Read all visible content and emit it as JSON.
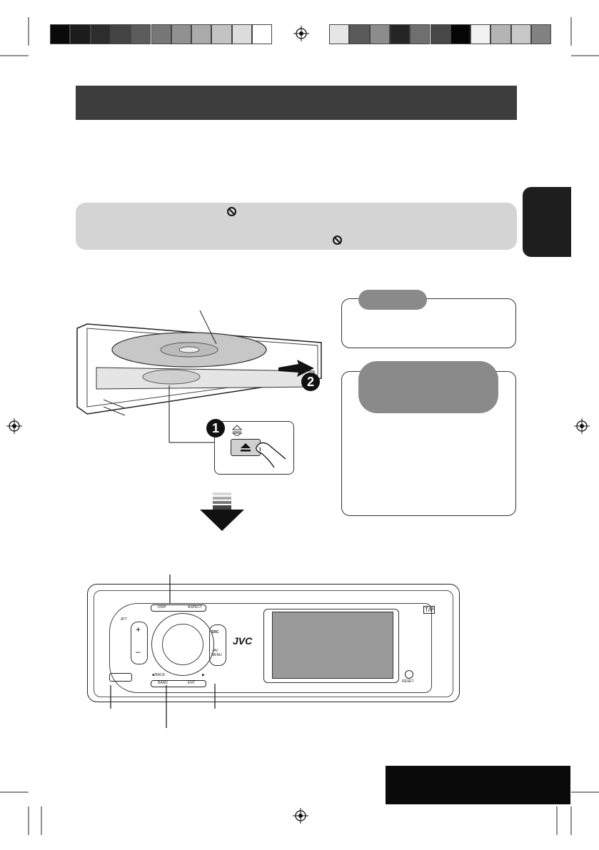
{
  "color_bar": {
    "left": [
      "#0a0a0a",
      "#1c1c1c",
      "#2d2d2d",
      "#444444",
      "#5c5c5c",
      "#777777",
      "#919191",
      "#aaaaaa",
      "#c3c3c3",
      "#dcdcdc",
      "#ffffff"
    ],
    "right": [
      "#e6e6e6",
      "#5a5a5a",
      "#8d8d8d",
      "#252525",
      "#6f6f6f",
      "#474747",
      "#050505",
      "#f2f2f2",
      "#b4b4b4",
      "#c8c8c8",
      "#828282"
    ]
  },
  "colors": {
    "title_bar": "#3d3d3d",
    "note_box": "#d4d4d4",
    "side_tab": "#1e1e1e",
    "bottom_tab": "#0a0a0a",
    "pill": "#8a8a8a"
  },
  "icons": [
    "registration-mark-icon",
    "prohibit-icon",
    "eject-icon",
    "finger-icon",
    "down-arrow-icon",
    "step-1-icon",
    "step-2-icon"
  ],
  "steps": {
    "one": "1",
    "two": "2"
  },
  "unit_labels": {
    "disp": "DISP",
    "aspect": "ASPECT",
    "att": "ATT",
    "src": "SRC",
    "av_menu_1": "AV",
    "av_menu_2": "MENU",
    "back": "■/BACK",
    "band": "BAND",
    "ent": "ENT",
    "play": "▶",
    "brand": "JVC",
    "reset": "RESET",
    "tp": "T/P",
    "plus": "+",
    "minus": "–"
  }
}
